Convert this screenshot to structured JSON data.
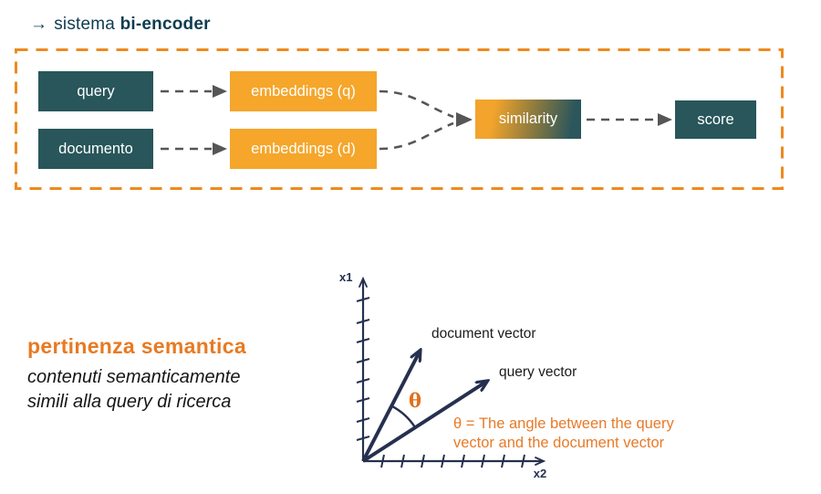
{
  "title": {
    "arrow": "→",
    "normal": "sistema",
    "bold": "bi-encoder"
  },
  "flow": {
    "query_label": "query",
    "documento_label": "documento",
    "embeddings_q_label": "embeddings (q)",
    "embeddings_d_label": "embeddings (d)",
    "similarity_label": "similarity",
    "score_label": "score"
  },
  "pertinenza": {
    "heading": "pertinenza semantica",
    "line1": "contenuti semanticamente",
    "line2": "simili alla query di ricerca"
  },
  "vector_plot": {
    "y_axis_label": "x1",
    "x_axis_label": "x2",
    "document_vector_label": "document vector",
    "query_vector_label": "query vector",
    "theta_symbol": "θ",
    "annotation_line1": "θ = The angle between the query",
    "annotation_line2": "vector and the document vector"
  },
  "colors": {
    "teal_box": "#28565a",
    "amber_box": "#f5a62b",
    "dashed_border_orange": "#ee8a1e",
    "heading_orange": "#e87a22",
    "annotation_orange": "#e87a28",
    "plot_navy": "#26304f",
    "title_navy": "#0d3c50",
    "arrow_gray": "#565656"
  }
}
